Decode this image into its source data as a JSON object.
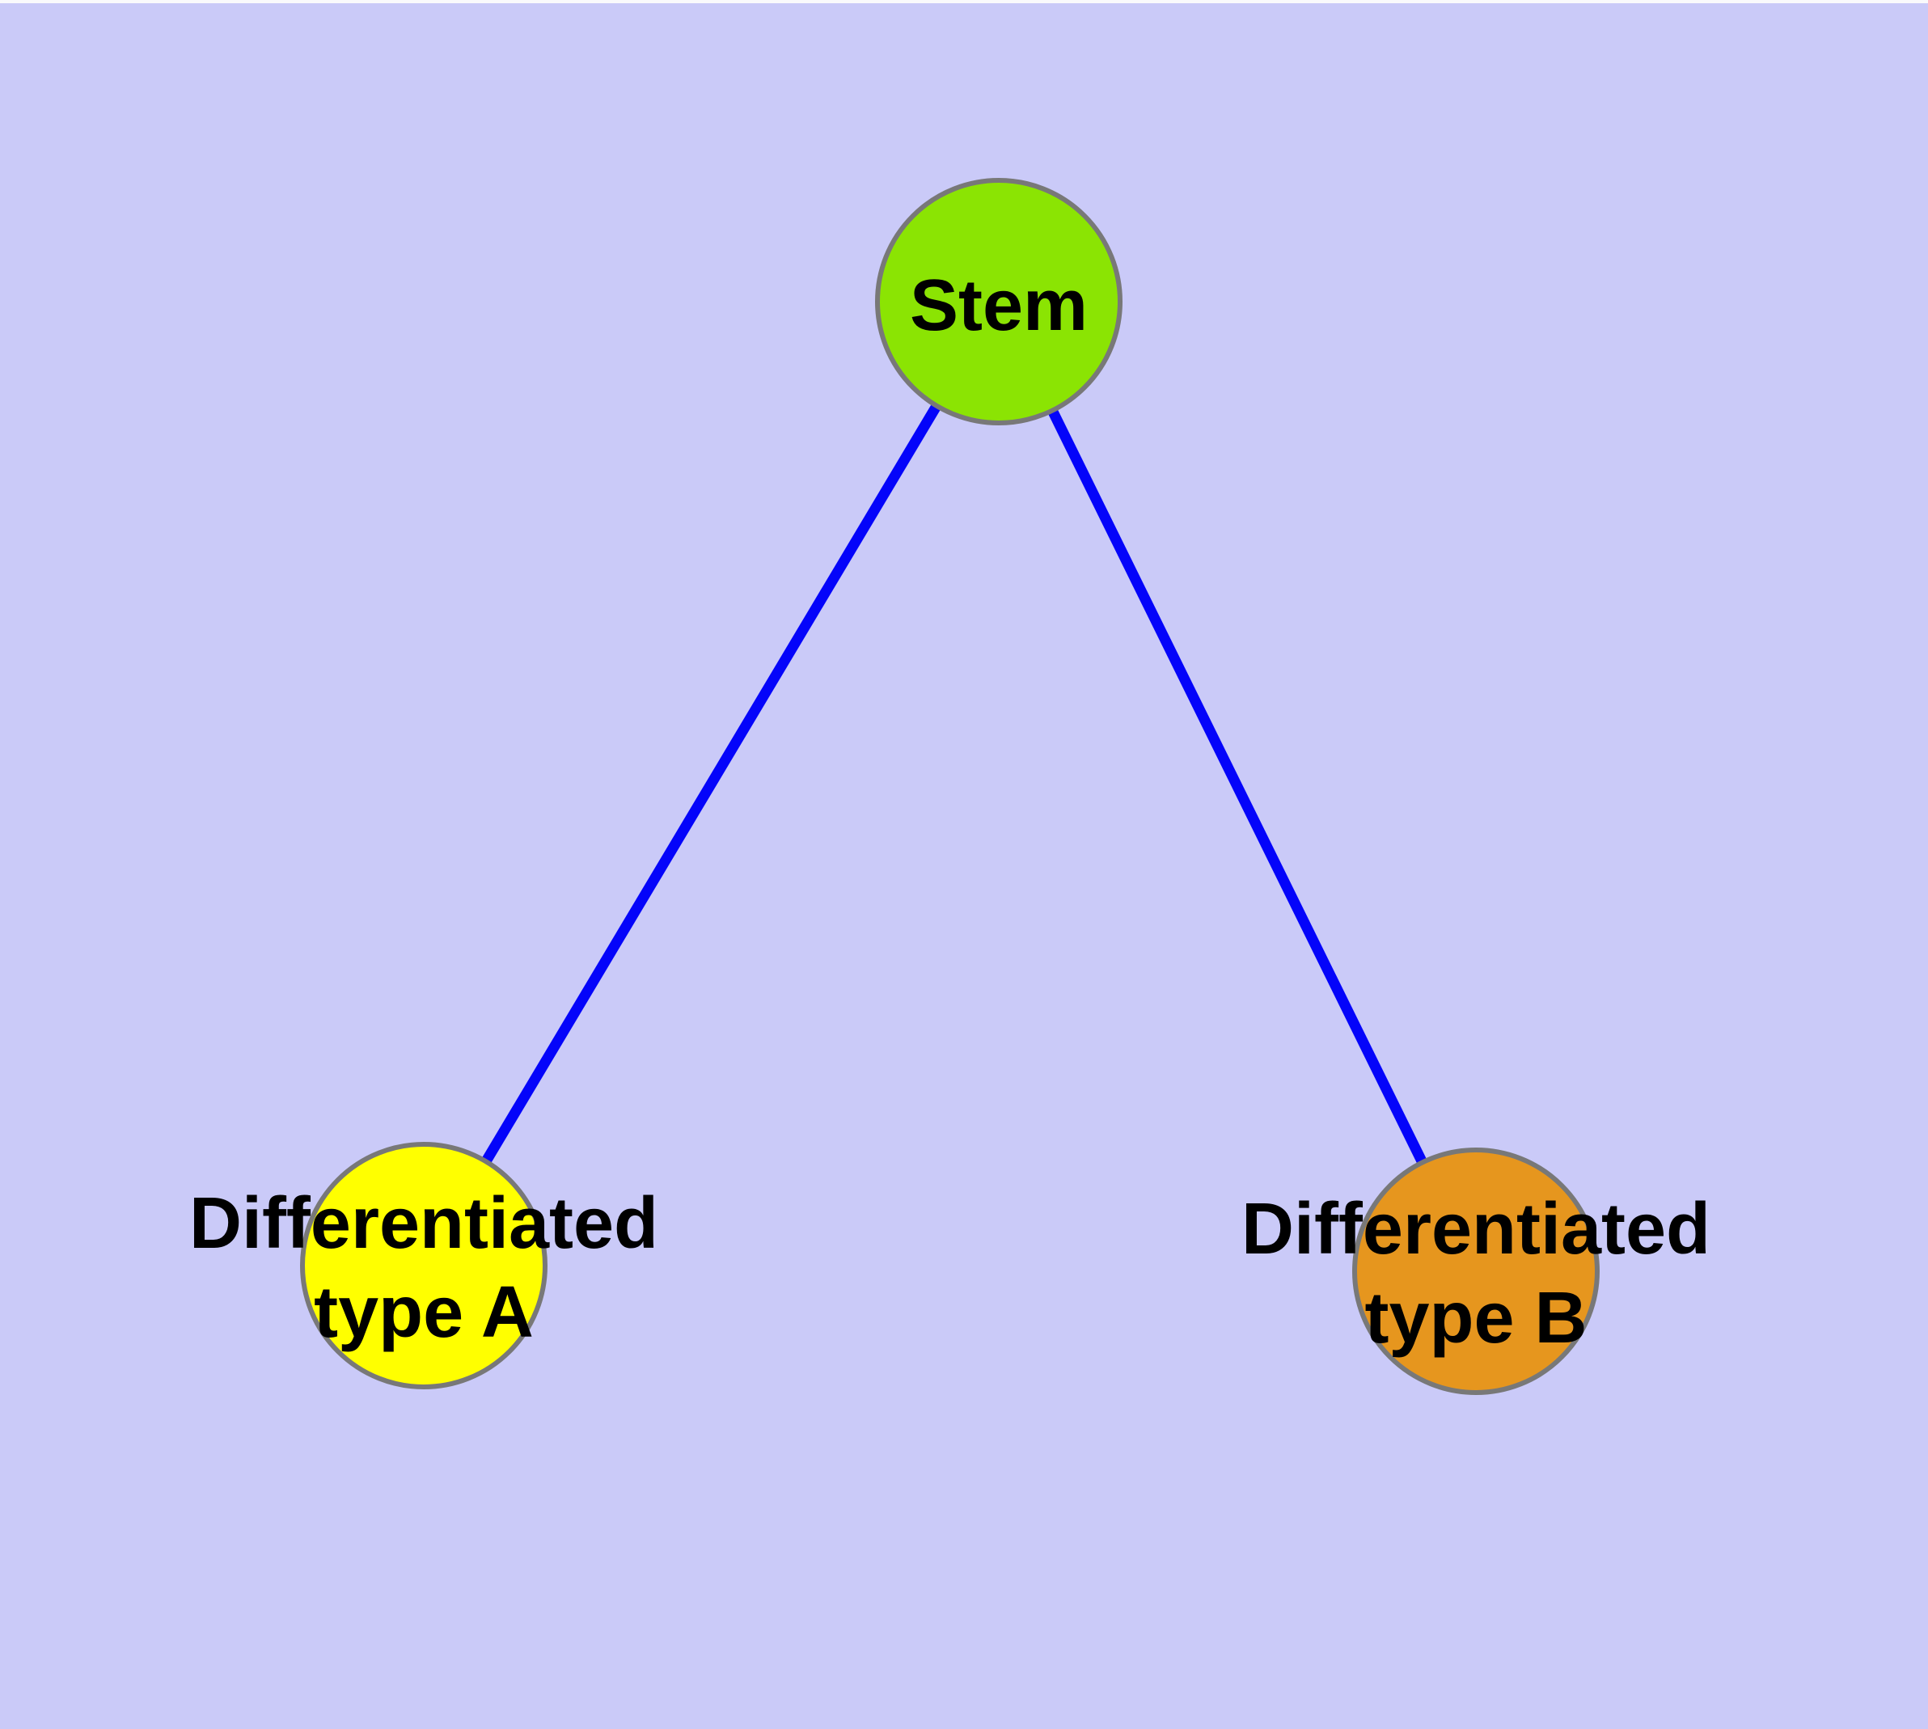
{
  "canvas": {
    "background_color": "#cacaf8",
    "top_edge_color": "#fafafc"
  },
  "diagram": {
    "type": "node-link-graph",
    "edge_color": "#0404fa",
    "node_border_color": "#787878",
    "label_color": "#000000",
    "nodes": [
      {
        "id": "stem",
        "label": "Stem",
        "label_line1": "Stem",
        "label_line2": "",
        "fill": "#8be403"
      },
      {
        "id": "differentiated-type-a",
        "label": "Differentiated type A",
        "label_line1": "Differentiated",
        "label_line2": "type A",
        "fill": "#ffff00"
      },
      {
        "id": "differentiated-type-b",
        "label": "Differentiated type B",
        "label_line1": "Differentiated",
        "label_line2": "type B",
        "fill": "#e6961e"
      }
    ],
    "edges": [
      {
        "from": "Stem",
        "to": "Differentiated type A"
      },
      {
        "from": "Stem",
        "to": "Differentiated type B"
      }
    ]
  }
}
